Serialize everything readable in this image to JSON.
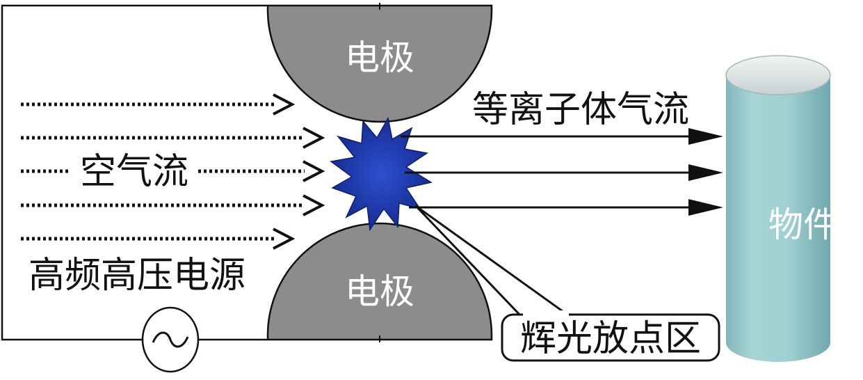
{
  "labels": {
    "electrode_top": "电极",
    "electrode_bottom": "电极",
    "plasma_flow": "等离子体气流",
    "air_flow": "空气流",
    "power_supply": "高频高压电源",
    "ac_symbol": "~",
    "glow_discharge": "辉光放点区",
    "workpiece": "物件"
  },
  "colors": {
    "electrode": "#8c8c8c",
    "spark": "#1f3aa8",
    "cylinder": "#9cc9cc",
    "line": "#111111"
  },
  "icons": {
    "ac_source": "sine-wave-icon",
    "discharge": "starburst-icon"
  }
}
